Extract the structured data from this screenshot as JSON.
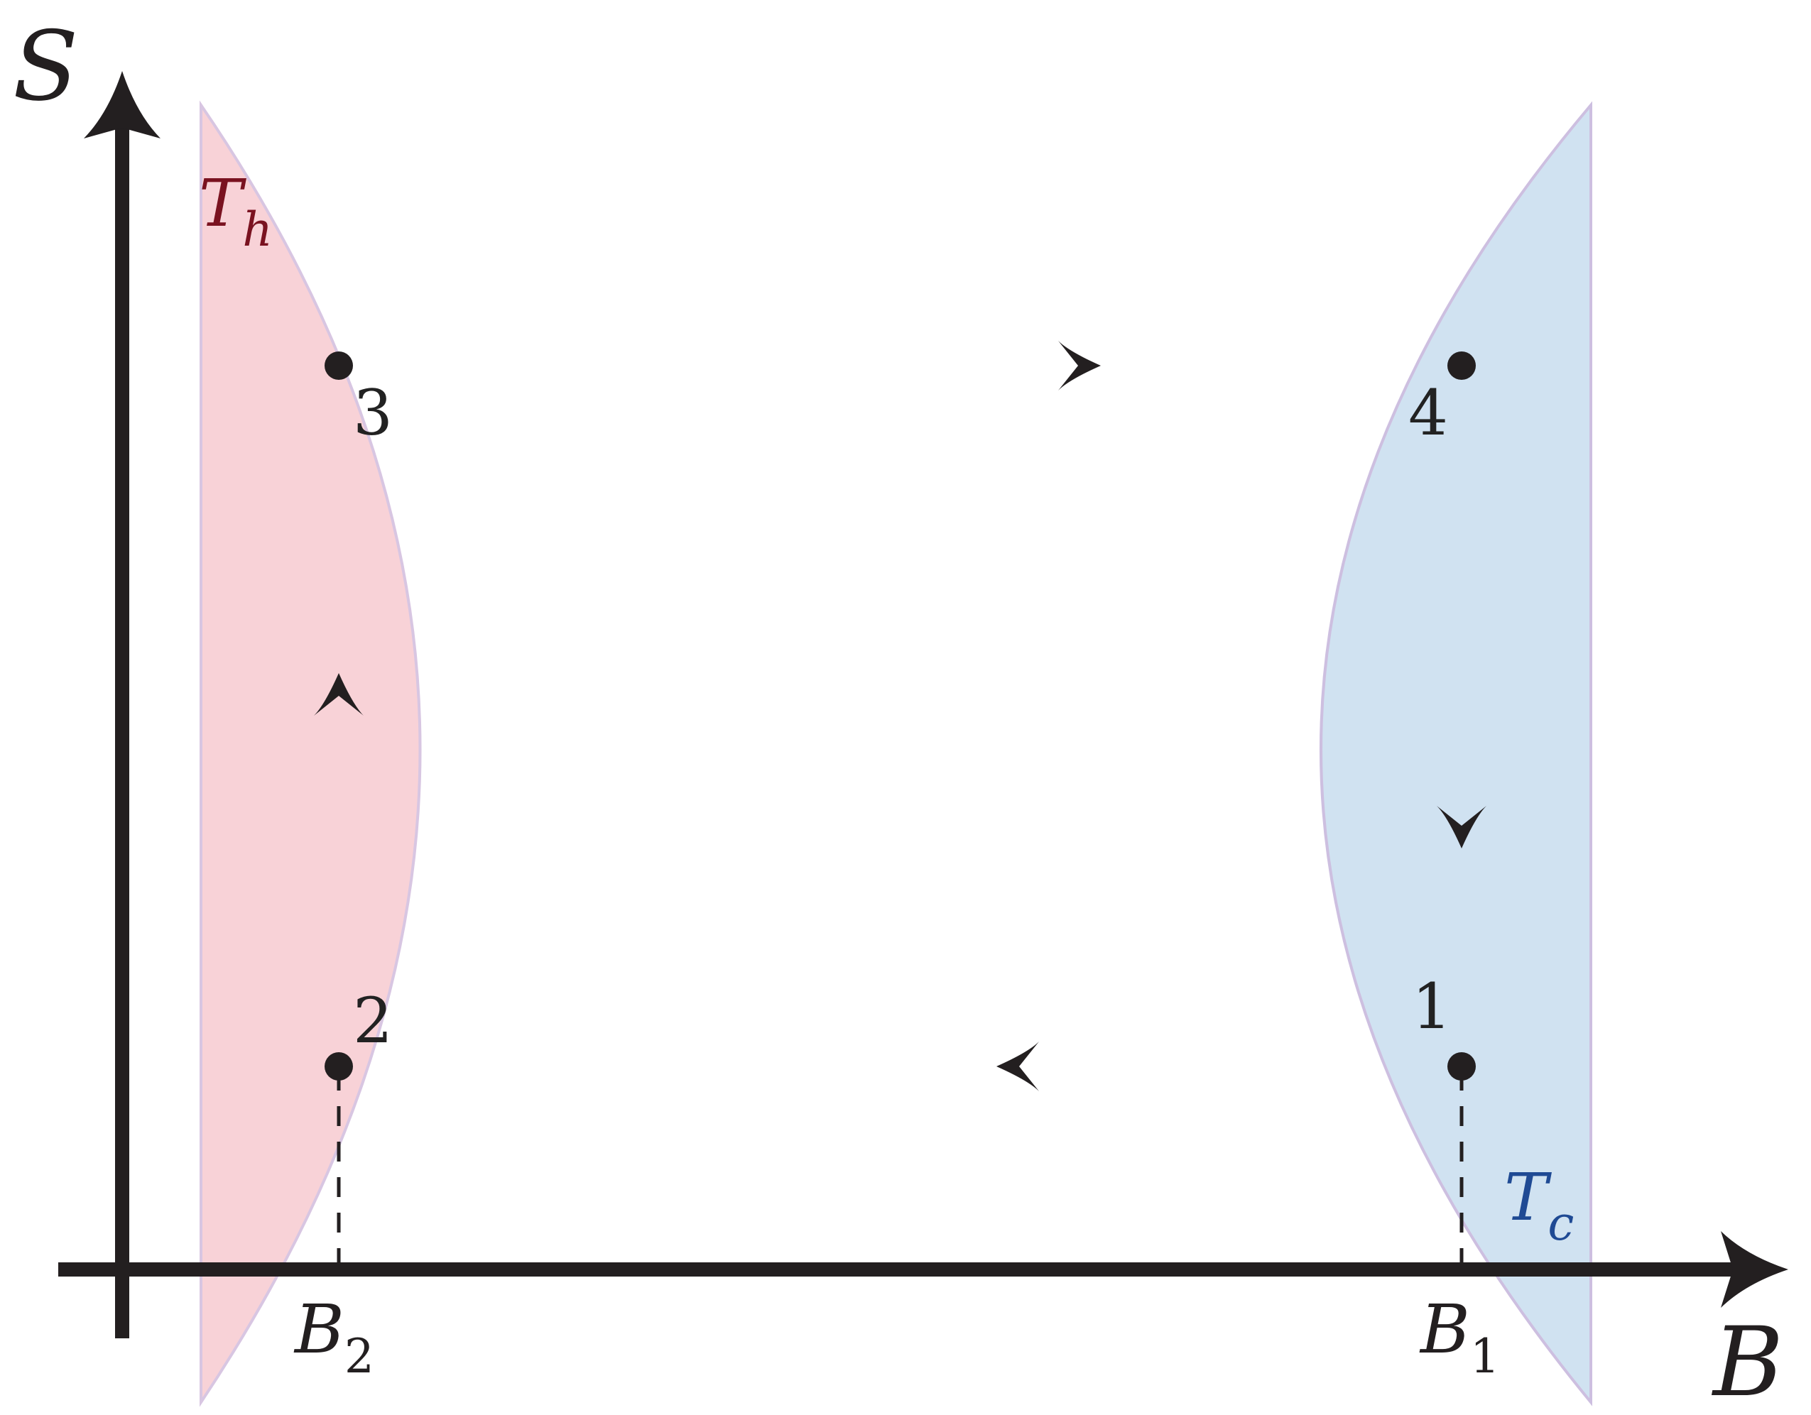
{
  "axes": {
    "y_label": "S",
    "x_label": "B",
    "color": "#231f20"
  },
  "ticks": [
    {
      "main": "B",
      "sub": "2"
    },
    {
      "main": "B",
      "sub": "1"
    }
  ],
  "reservoirs": {
    "hot": {
      "main": "T",
      "sub": "h",
      "fill": "#f4b6bf",
      "label_color": "#7a1220"
    },
    "cold": {
      "main": "T",
      "sub": "c",
      "fill": "#a9cbe6",
      "label_color": "#1f4a94"
    }
  },
  "points": [
    {
      "label": "1"
    },
    {
      "label": "2"
    },
    {
      "label": "3"
    },
    {
      "label": "4"
    }
  ],
  "cycle_colors": {
    "hot_top_start": "#8a1c6e",
    "hot_top_end": "#e8542e",
    "cold_bottom_start": "#2a2f8c",
    "cold_bottom_end": "#1fa6df",
    "left_vertical_top": "#d9545c",
    "left_vertical_bottom": "#1e7fd0",
    "right_vertical_top": "#b9708a",
    "right_vertical_bottom": "#1a82d4"
  }
}
